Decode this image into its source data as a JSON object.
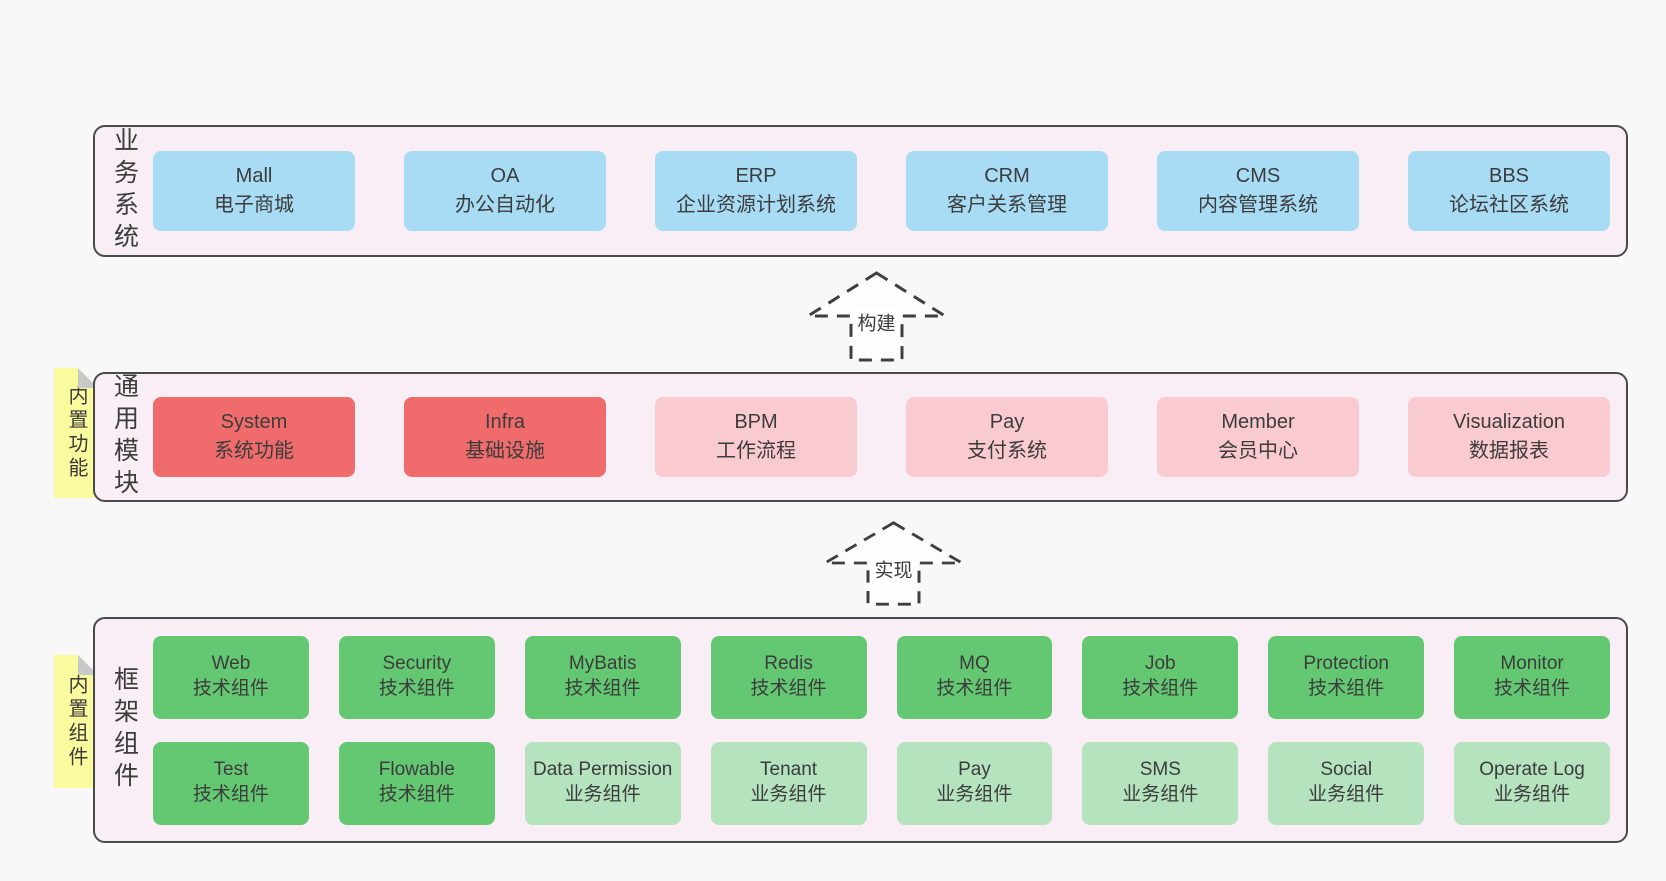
{
  "colors": {
    "page_bg": "#f8f8f8",
    "panel_bg": "#f9eef6",
    "panel_border": "#4a4a4a",
    "blue": "#a8dcf4",
    "red": "#f06c6c",
    "pink": "#facad1",
    "green": "#64c873",
    "green_light": "#b4e3be",
    "yellow": "#fafa9e",
    "fold_gray": "#c8c8c8",
    "text": "#3c3c3c"
  },
  "arrows": [
    {
      "label": "构建"
    },
    {
      "label": "实现"
    }
  ],
  "layers": {
    "business": {
      "label": "业务系统",
      "boxes": [
        {
          "name": "Mall",
          "desc": "电子商城"
        },
        {
          "name": "OA",
          "desc": "办公自动化"
        },
        {
          "name": "ERP",
          "desc": "企业资源计划系统"
        },
        {
          "name": "CRM",
          "desc": "客户关系管理"
        },
        {
          "name": "CMS",
          "desc": "内容管理系统"
        },
        {
          "name": "BBS",
          "desc": "论坛社区系统"
        }
      ]
    },
    "modules": {
      "label": "通用模块",
      "tab": "内置功能",
      "boxes": [
        {
          "name": "System",
          "desc": "系统功能"
        },
        {
          "name": "Infra",
          "desc": "基础设施"
        },
        {
          "name": "BPM",
          "desc": "工作流程"
        },
        {
          "name": "Pay",
          "desc": "支付系统"
        },
        {
          "name": "Member",
          "desc": "会员中心"
        },
        {
          "name": "Visualization",
          "desc": "数据报表"
        }
      ]
    },
    "components": {
      "label": "框架组件",
      "tab": "内置组件",
      "row1": [
        {
          "name": "Web",
          "desc": "技术组件"
        },
        {
          "name": "Security",
          "desc": "技术组件"
        },
        {
          "name": "MyBatis",
          "desc": "技术组件"
        },
        {
          "name": "Redis",
          "desc": "技术组件"
        },
        {
          "name": "MQ",
          "desc": "技术组件"
        },
        {
          "name": "Job",
          "desc": "技术组件"
        },
        {
          "name": "Protection",
          "desc": "技术组件"
        },
        {
          "name": "Monitor",
          "desc": "技术组件"
        }
      ],
      "row2": [
        {
          "name": "Test",
          "desc": "技术组件"
        },
        {
          "name": "Flowable",
          "desc": "技术组件"
        },
        {
          "name": "Data Permission",
          "desc": "业务组件"
        },
        {
          "name": "Tenant",
          "desc": "业务组件"
        },
        {
          "name": "Pay",
          "desc": "业务组件"
        },
        {
          "name": "SMS",
          "desc": "业务组件"
        },
        {
          "name": "Social",
          "desc": "业务组件"
        },
        {
          "name": "Operate Log",
          "desc": "业务组件"
        }
      ]
    }
  }
}
